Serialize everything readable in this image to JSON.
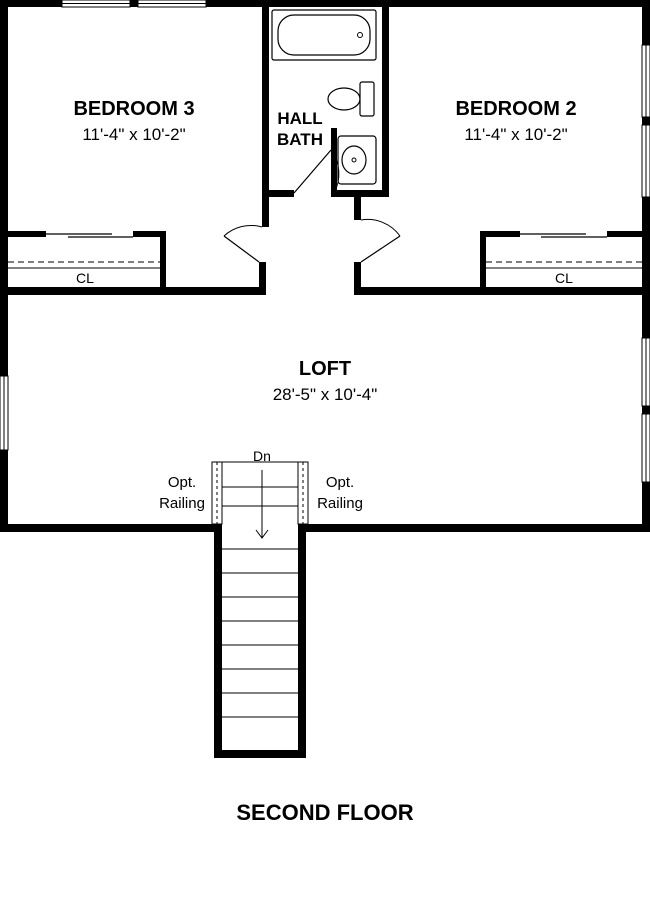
{
  "rooms": {
    "bedroom3": {
      "name": "BEDROOM 3",
      "size": "11'-4\" x 10'-2\""
    },
    "bedroom2": {
      "name": "BEDROOM 2",
      "size": "11'-4\" x 10'-2\""
    },
    "hall_bath": {
      "line1": "HALL",
      "line2": "BATH"
    },
    "loft": {
      "name": "LOFT",
      "size": "28'-5\" x 10'-4\""
    }
  },
  "closets": {
    "left": "CL",
    "right": "CL"
  },
  "stairs": {
    "direction": "Dn",
    "railing_left": {
      "line1": "Opt.",
      "line2": "Railing"
    },
    "railing_right": {
      "line1": "Opt.",
      "line2": "Railing"
    }
  },
  "floor_title": "SECOND FLOOR"
}
